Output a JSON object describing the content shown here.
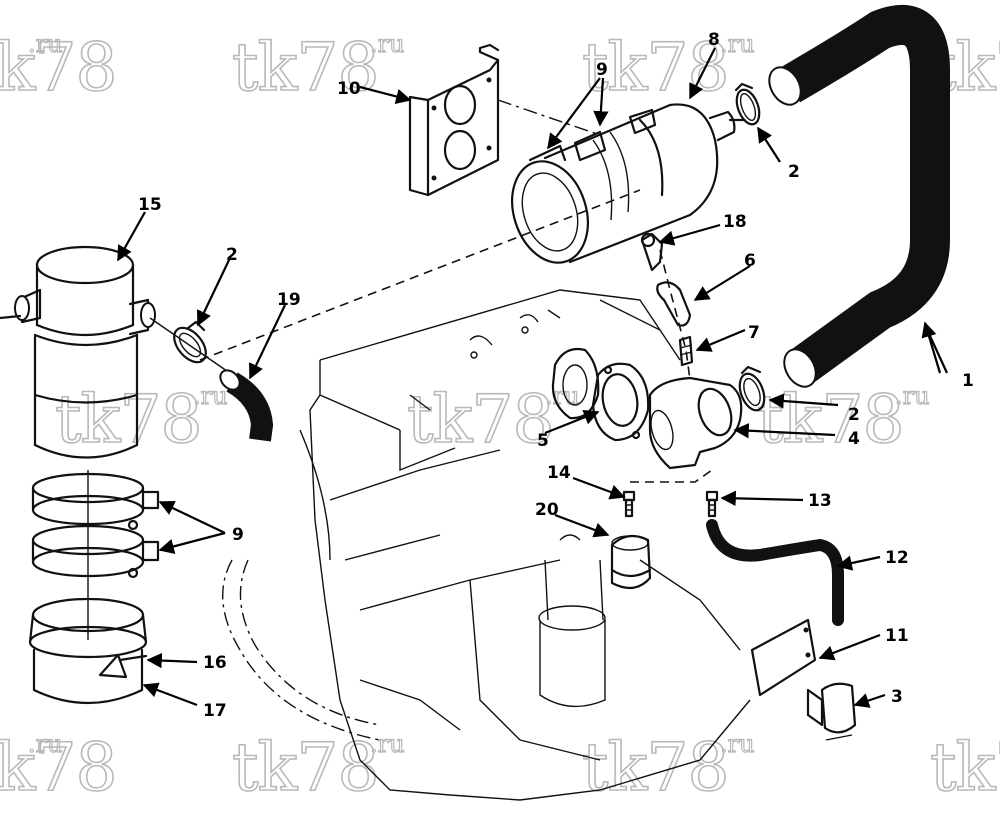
{
  "diagram": {
    "watermark_text": "tk78",
    "watermark_suffix": ".ru",
    "callouts": {
      "c1": "1",
      "c2a": "2",
      "c2b": "2",
      "c2c": "2",
      "c3": "3",
      "c4": "4",
      "c5": "5",
      "c6": "6",
      "c7": "7",
      "c8": "8",
      "c9a": "9",
      "c9b": "9",
      "c10": "10",
      "c11": "11",
      "c12": "12",
      "c13": "13",
      "c14": "14",
      "c15": "15",
      "c16": "16",
      "c17": "17",
      "c18": "18",
      "c19": "19",
      "c20": "20"
    }
  }
}
